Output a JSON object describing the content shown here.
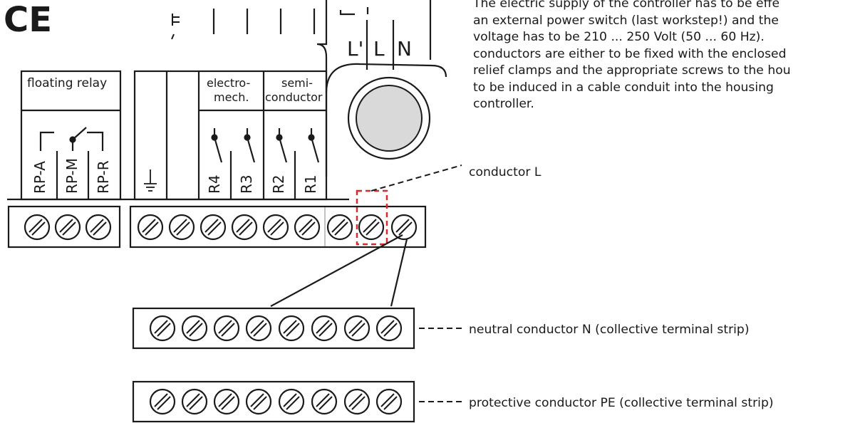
{
  "ce_mark": "CE",
  "header_labels": {
    "floating_relay": "floating relay",
    "electromech_line1": "electro-",
    "electromech_line2": "mech.",
    "semiconductor_line1": "semi-",
    "semiconductor_line2": "conductor"
  },
  "terminal_labels": [
    "RP-A",
    "RP-M",
    "RP-R",
    "R4",
    "R3",
    "R2",
    "R1"
  ],
  "top_terminals": [
    "L'",
    "L",
    "N"
  ],
  "paragraph_lines": [
    "The electric supply of the controller has to be effe",
    "an external power switch (last workstep!) and the",
    "voltage has to be 210 ... 250 Volt (50 ... 60 Hz).",
    "conductors are either to be fixed with the enclosed",
    "relief clamps and the appropriate screws to the hou",
    "to be induced in a cable conduit into the housing",
    "controller."
  ],
  "callouts": {
    "conductor_l": "conductor L",
    "neutral": "neutral conductor N (collective terminal strip)",
    "protective": "protective conductor PE (collective terminal strip)"
  },
  "colors": {
    "line": "#1a1a1a",
    "highlight": "#d8292f",
    "knob": "#d9d9d9"
  }
}
